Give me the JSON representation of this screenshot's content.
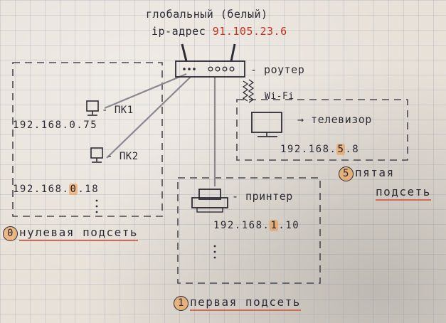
{
  "router": {
    "caption_line1": "глобальный (белый)",
    "caption_ip_prefix": "ip-адрес",
    "global_ip": "91.105.23.6",
    "label": "- роутер",
    "wifi_label": "Wi-Fi"
  },
  "subnet0": {
    "pc1_label": "- ПК1",
    "pc1_ip": "192.168.0.75",
    "pc2_label": "- ПК2",
    "pc2_ip_prefix": "192.168.",
    "pc2_ip_octet": "0",
    "pc2_ip_suffix": ".18",
    "title_num": "0",
    "title": "нулевая подсеть"
  },
  "subnet1": {
    "printer_label": "- принтер",
    "printer_ip_prefix": "192.168.",
    "printer_ip_octet": "1",
    "printer_ip_suffix": ".10",
    "title_num": "1",
    "title": "первая подсеть"
  },
  "subnet5": {
    "tv_label": "→ телевизор",
    "tv_ip_prefix": "192.168.",
    "tv_ip_octet": "5",
    "tv_ip_suffix": ".8",
    "title_num": "5",
    "title_line1": "пятая",
    "title_line2": "подсеть"
  },
  "colors": {
    "ink": "#2d2b36",
    "highlight": "#f0963c",
    "underline": "#d46a55",
    "global_ip_color": "#c8331f"
  }
}
